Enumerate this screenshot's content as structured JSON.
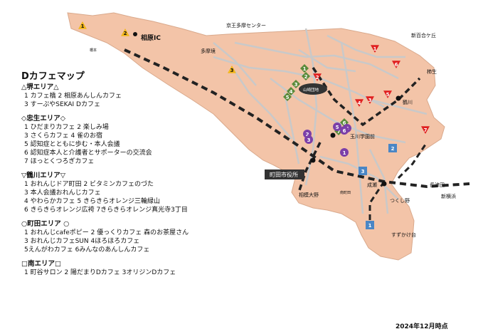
{
  "legend": {
    "title": "Dカフェマップ",
    "sections": [
      {
        "heading": "△堺エリア△",
        "rows": [
          "1 カフェ橋  2 相原あんしんカフェ",
          "3 すーぷやSEKAI Dカフェ"
        ]
      },
      {
        "heading": "◇忠生エリア◇",
        "rows": [
          "1 ひだまりカフェ  2 楽しみ場",
          "3 さくらカフェ      4 雀のお宿",
          "5 認知症とともに歩む・本人会議",
          "6 認知症本人と介護者とサポーターの交流会",
          "7 ほっとくつろぎカフェ"
        ]
      },
      {
        "heading": "▽鶴川エリア▽",
        "rows": [
          "1 おれんじドア町田          2 ビタミンカフェのづた",
          "3 本人会議おれんじカフェ",
          "4 やわらかカフェ            5 きらきらオレンジ三輪緑山",
          "6 きらきらオレンジ広袴  7きらきらオレンジ真光寺3丁目"
        ]
      },
      {
        "heading": "○町田エリア ○",
        "rows": [
          "1 おれんじcafeポピー      2 優っくりカフェ 森のお茶屋さん",
          "3 おれんじカフェSUN        4ほろほろカフェ",
          "5えんがわカフェ                  6みんなのあんしんカフェ"
        ]
      },
      {
        "heading": "□南エリア□",
        "rows": [
          "1 町谷サロン  2 陽だまりDカフェ  3オリジンDカフェ"
        ]
      }
    ]
  },
  "date": "2024年12月時点",
  "labels": {
    "aihara_ic": "相原IC",
    "keio_tama": "京王多摩センター",
    "shin_yurigaoka": "新百合ケ丘",
    "tamasakai": "多摩境",
    "tsurukawa": "鶴川",
    "tamagawa_gakuen": "玉川学園前",
    "naruse": "成瀬",
    "machida_city_hall": "町田市役所",
    "sagami_ono": "相模大野",
    "minami_machida": "南町田",
    "tsukushino": "つくし野",
    "suzukakedai": "すずかけ台",
    "nagatsuta": "長津田",
    "shin_yokohama": "新横浜",
    "yamazaki": "山崎団地",
    "hashimoto": "橋本",
    "kakio": "柿生"
  },
  "markers": [
    {
      "shape": "tri-up",
      "color": "#f2b71b",
      "num": "1"
    },
    {
      "shape": "tri-up",
      "color": "#f2b71b",
      "num": "2"
    },
    {
      "shape": "tri-up",
      "color": "#f2b71b",
      "num": "3"
    },
    {
      "shape": "diamond",
      "color": "#5a8a3a",
      "num": "1"
    },
    {
      "shape": "diamond",
      "color": "#5a8a3a",
      "num": "2"
    },
    {
      "shape": "diamond",
      "color": "#5a8a3a",
      "num": "3"
    },
    {
      "shape": "diamond",
      "color": "#5a8a3a",
      "num": "4"
    },
    {
      "shape": "diamond",
      "color": "#5a8a3a",
      "num": "5"
    },
    {
      "shape": "diamond",
      "color": "#5a8a3a",
      "num": "6"
    },
    {
      "shape": "diamond",
      "color": "#5a8a3a",
      "num": "7"
    },
    {
      "shape": "tri-down",
      "color": "#e02020",
      "num": "1"
    },
    {
      "shape": "tri-down",
      "color": "#e02020",
      "num": "2"
    },
    {
      "shape": "tri-down",
      "color": "#e02020",
      "num": "3"
    },
    {
      "shape": "tri-down",
      "color": "#e02020",
      "num": "4"
    },
    {
      "shape": "tri-down",
      "color": "#e02020",
      "num": "5"
    },
    {
      "shape": "tri-down",
      "color": "#e02020",
      "num": "6"
    },
    {
      "shape": "tri-down",
      "color": "#e02020",
      "num": "7"
    },
    {
      "shape": "circle",
      "color": "#7b3fa8",
      "num": "1"
    },
    {
      "shape": "circle",
      "color": "#7b3fa8",
      "num": "2"
    },
    {
      "shape": "circle",
      "color": "#7b3fa8",
      "num": "3"
    },
    {
      "shape": "circle",
      "color": "#7b3fa8",
      "num": "4"
    },
    {
      "shape": "circle",
      "color": "#7b3fa8",
      "num": "5"
    },
    {
      "shape": "circle",
      "color": "#7b3fa8",
      "num": "6"
    },
    {
      "shape": "square",
      "color": "#4a86c5",
      "num": "1"
    },
    {
      "shape": "square",
      "color": "#4a86c5",
      "num": "2"
    },
    {
      "shape": "square",
      "color": "#4a86c5",
      "num": "3"
    }
  ]
}
